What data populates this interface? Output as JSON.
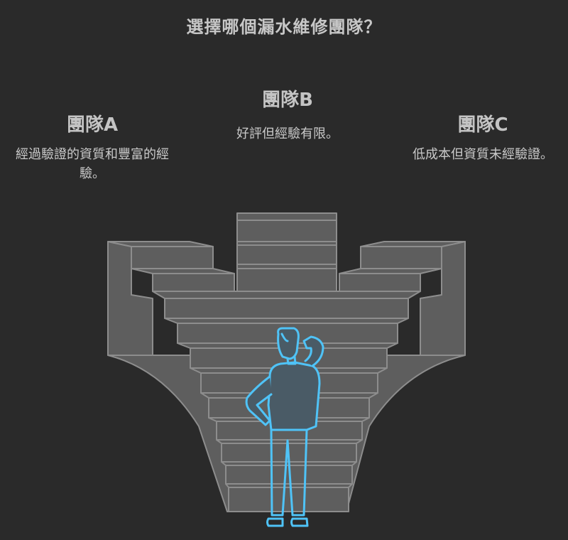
{
  "title": "選擇哪個漏水維修團隊？",
  "teams": [
    {
      "name": "團隊A",
      "description": "經過驗證的資質和豐富的經驗。"
    },
    {
      "name": "團隊B",
      "description": "好評但經驗有限。"
    },
    {
      "name": "團隊C",
      "description": "低成本但資質未經驗證。"
    }
  ],
  "colors": {
    "background": "#2a2a2a",
    "stairs_fill": "#5e5e5e",
    "stairs_stroke": "#8d8d8d",
    "person_stroke": "#4fc3f7",
    "person_shirt": "#4a5b66"
  },
  "icons": [
    "stairs-illustration",
    "thinking-person-icon"
  ]
}
